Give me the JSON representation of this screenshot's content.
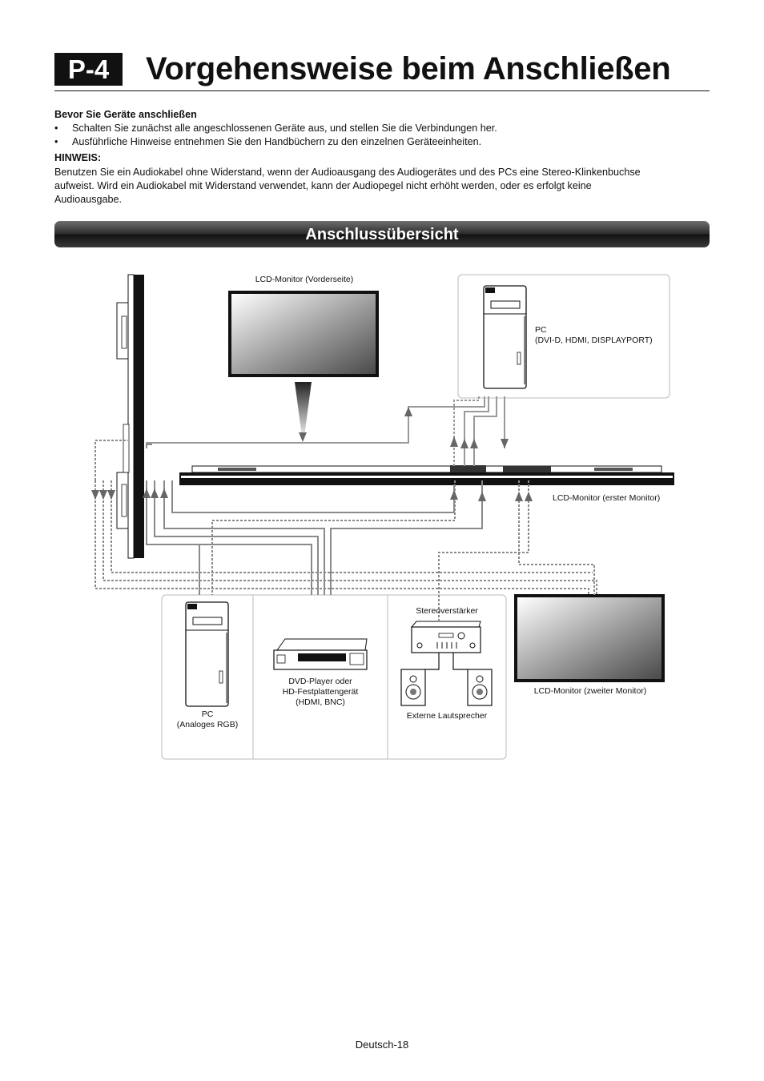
{
  "header": {
    "badge": "P-4",
    "title": "Vorgehensweise beim Anschließen"
  },
  "before_connect": {
    "heading": "Bevor Sie Geräte anschließen",
    "bullets": [
      "Schalten Sie zunächst alle angeschlossenen Geräte aus, und stellen Sie die Verbindungen her.",
      "Ausführliche Hinweise entnehmen Sie den Handbüchern zu den einzelnen Geräteeinheiten."
    ],
    "bullet_symbol": "•"
  },
  "note": {
    "heading": "HINWEIS:",
    "lines": [
      "Benutzen Sie ein Audiokabel ohne Widerstand, wenn der Audioausgang des Audiogerätes und des PCs eine Stereo-Klinkenbuchse",
      "aufweist. Wird ein Audiokabel mit Widerstand verwendet, kann der Audiopegel nicht erhöht werden, oder es erfolgt keine",
      "Audioausgabe."
    ]
  },
  "section": {
    "title": "Anschlussübersicht"
  },
  "diagram": {
    "monitor_front": "LCD-Monitor (Vorderseite)",
    "pc_digital": {
      "line1": "PC",
      "line2": "(DVI-D, HDMI, DISPLAYPORT)"
    },
    "monitor_first": "LCD-Monitor (erster Monitor)",
    "pc_analog": {
      "line1": "PC",
      "line2": "(Analoges RGB)"
    },
    "dvd": {
      "line1": "DVD-Player oder",
      "line2": "HD-Festplattengerät",
      "line3": "(HDMI, BNC)"
    },
    "amplifier": "Stereoverstärker",
    "speakers": "Externe Lautsprecher",
    "monitor_second": "LCD-Monitor (zweiter Monitor)"
  },
  "footer": {
    "page": "Deutsch-18"
  },
  "colors": {
    "header_bar": "#111111",
    "section_bar": "#2a2a2a",
    "cable_gray": "#8a8a8a"
  }
}
